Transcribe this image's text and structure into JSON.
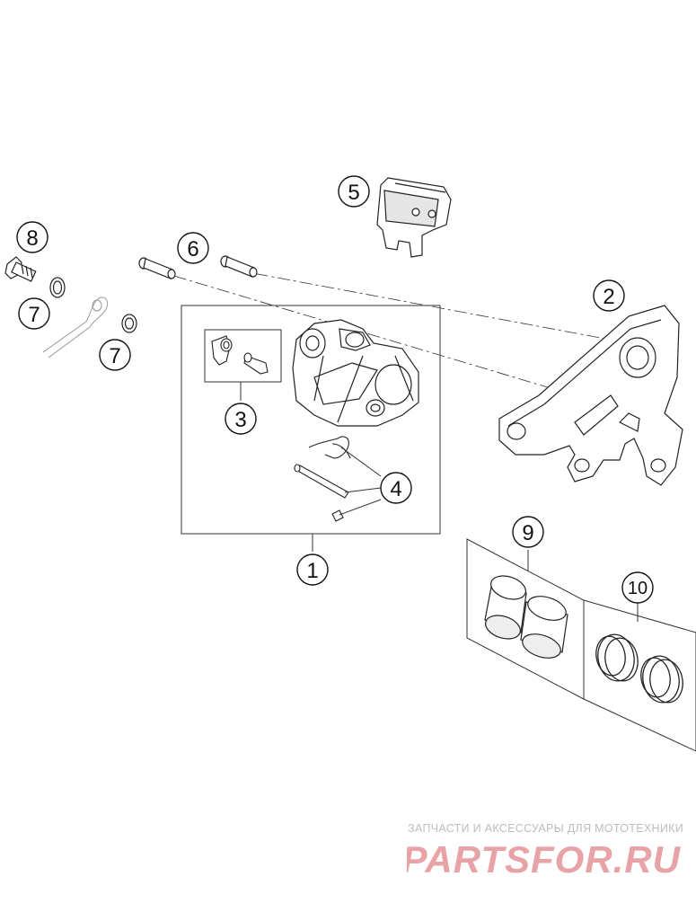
{
  "callouts": [
    {
      "id": "c1",
      "label": "1"
    },
    {
      "id": "c2",
      "label": "2"
    },
    {
      "id": "c3",
      "label": "3"
    },
    {
      "id": "c4",
      "label": "4"
    },
    {
      "id": "c5",
      "label": "5"
    },
    {
      "id": "c6",
      "label": "6"
    },
    {
      "id": "c7a",
      "label": "7"
    },
    {
      "id": "c7b",
      "label": "7"
    },
    {
      "id": "c8",
      "label": "8"
    },
    {
      "id": "c9",
      "label": "9"
    },
    {
      "id": "c10",
      "label": "10"
    }
  ],
  "watermark": {
    "caption": "ЗАПЧАСТИ И АКСЕССУАРЫ ДЛЯ МОТОТЕХНИКИ",
    "logo_text": "PARTSFOR.RU",
    "color": "#e7a3a6"
  },
  "colors": {
    "line": "#222222",
    "fill": "#ffffff",
    "shade": "#dcdcdc"
  }
}
